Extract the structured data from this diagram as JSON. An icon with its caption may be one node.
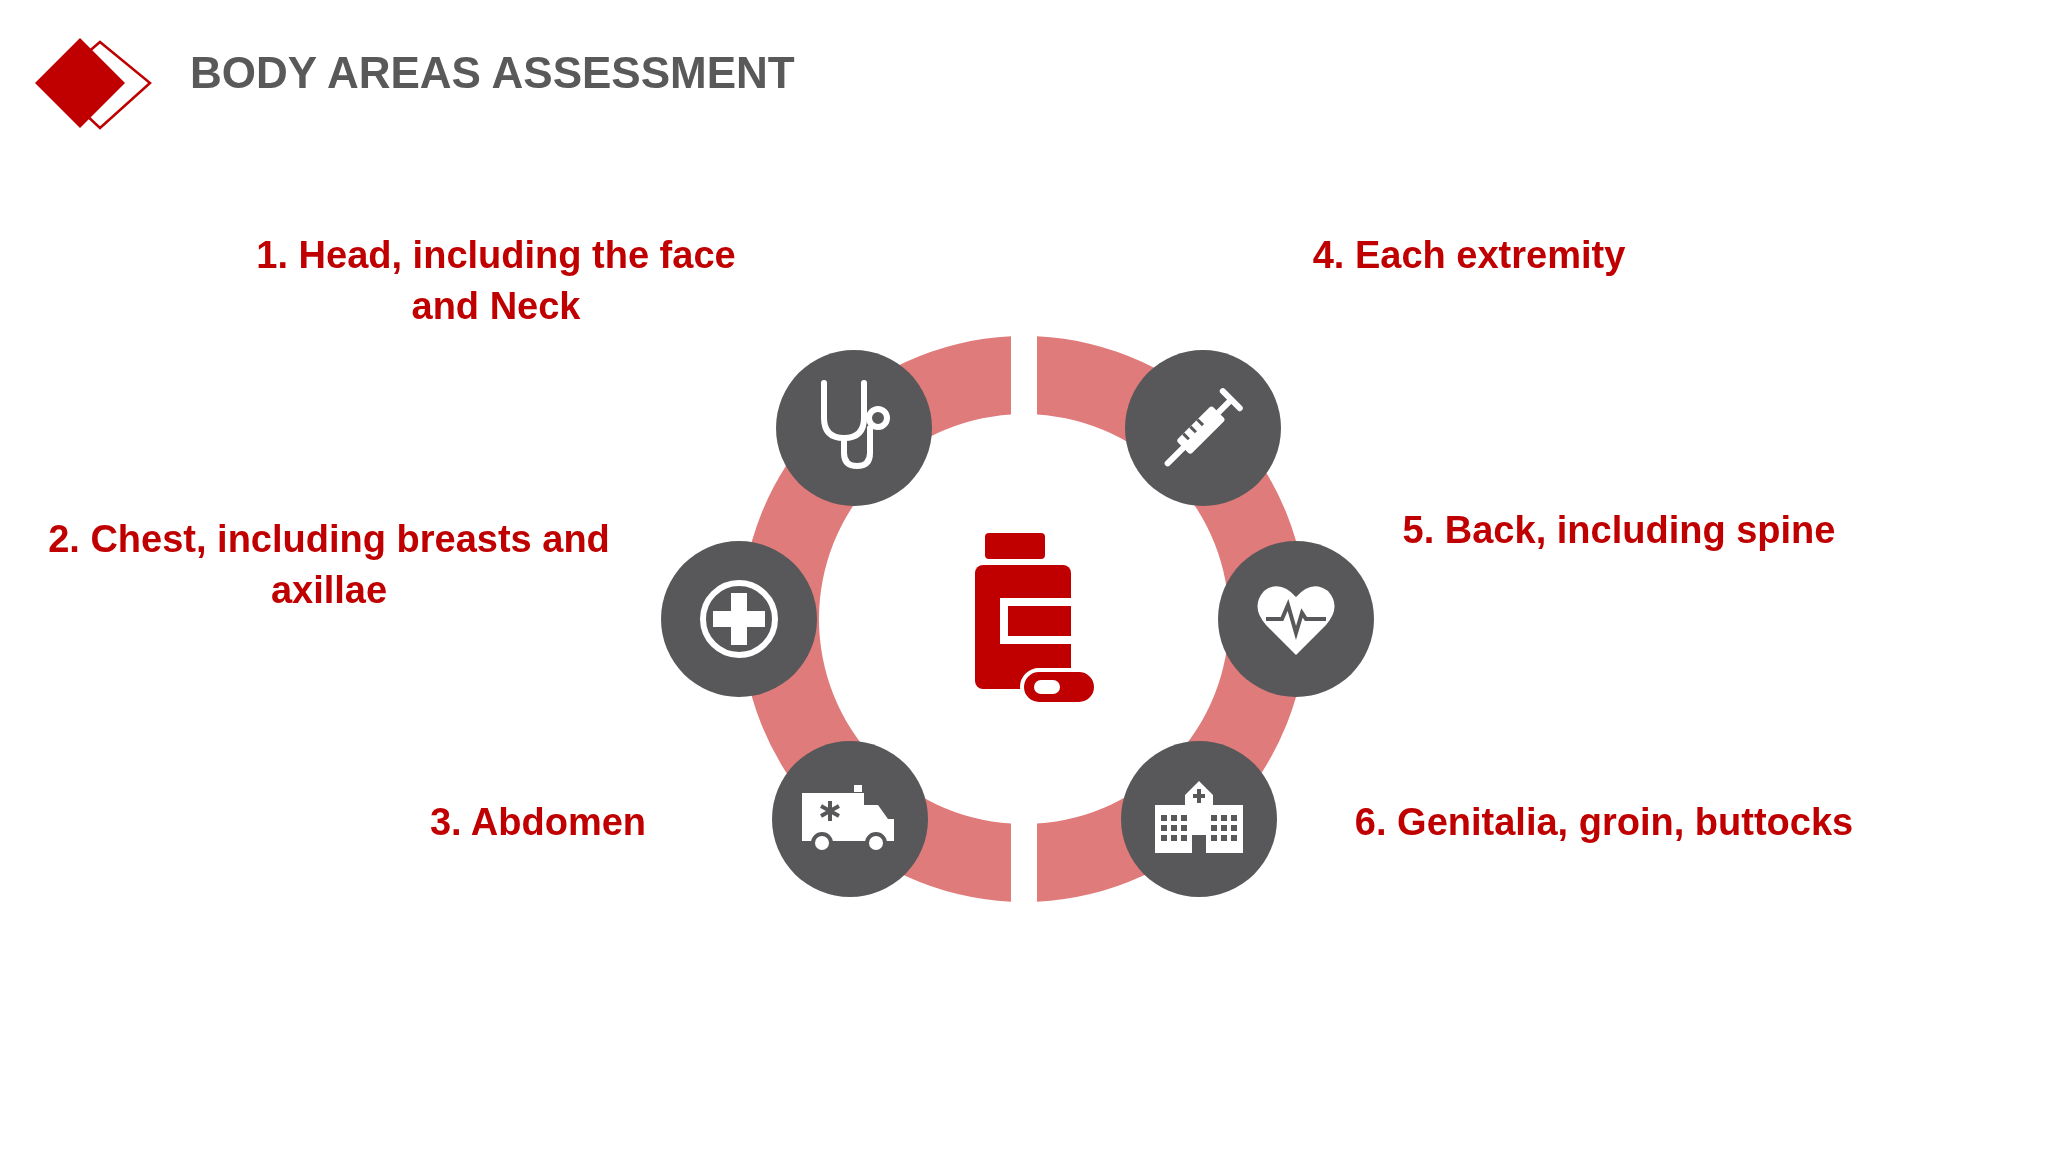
{
  "diagram": {
    "title": "BODY AREAS ASSESSMENT",
    "labels": [
      "1. Head, including the face and Neck",
      "4. Each extremity",
      "2. Chest, including breasts and axillae",
      "5. Back, including spine",
      "3. Abdomen",
      "6. Genitalia, groin, buttocks"
    ]
  }
}
